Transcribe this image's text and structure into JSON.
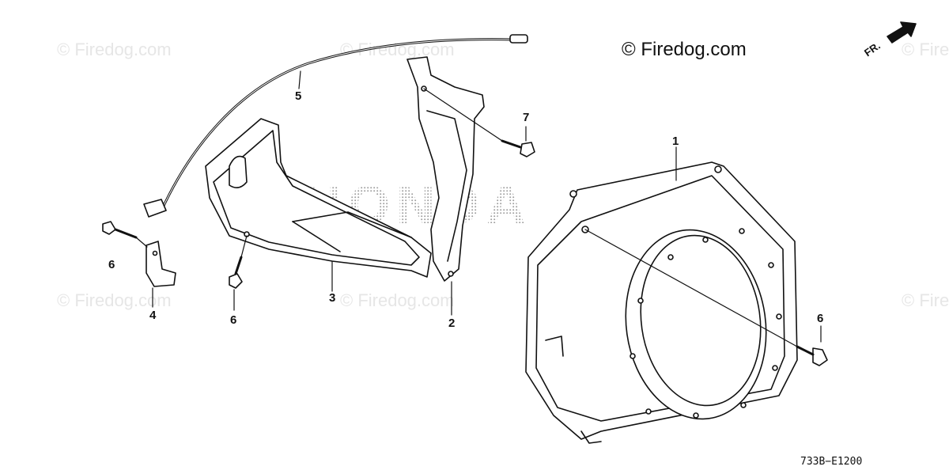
{
  "watermark": {
    "text": "© Firedog.com"
  },
  "brand_label": "© Firedog.com",
  "background_logo": {
    "text": "HONDA"
  },
  "direction_label": "FR.",
  "diagram_code": "733B−E1200",
  "callouts": {
    "c1": "1",
    "c2": "2",
    "c3": "3",
    "c4": "4",
    "c5": "5",
    "c6a": "6",
    "c6b": "6",
    "c6c": "6",
    "c7": "7"
  },
  "colors": {
    "line": "#111111",
    "watermark": "#e6e6e6",
    "logo_dots": "#bdbdbd"
  }
}
